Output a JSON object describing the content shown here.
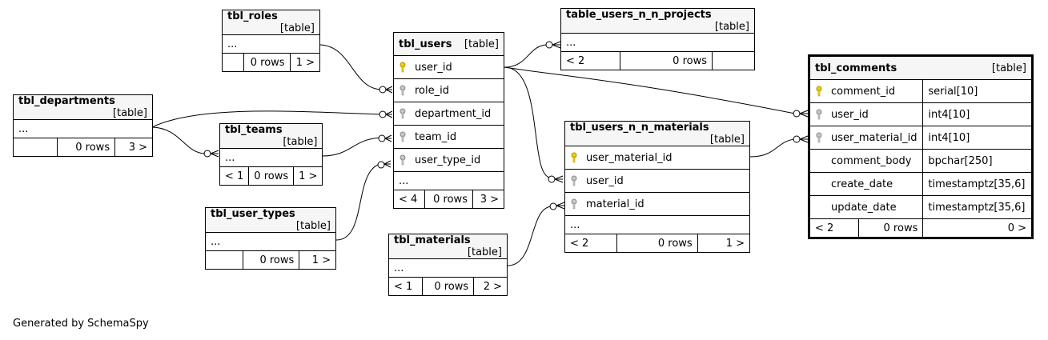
{
  "footer": "Generated by SchemaSpy",
  "colors": {
    "pk_key": "#f0d000",
    "fk_key": "#b0b0b0",
    "header_bg": "#f6f6f6"
  },
  "tables": {
    "tbl_roles": {
      "name": "tbl_roles",
      "type": "[table]",
      "more": "...",
      "rows": "0 rows",
      "children": "1 >"
    },
    "tbl_users": {
      "name": "tbl_users",
      "type": "[table]",
      "columns": [
        "user_id",
        "role_id",
        "department_id",
        "team_id",
        "user_type_id"
      ],
      "more": "...",
      "parents": "< 4",
      "rows": "0 rows",
      "children": "3 >"
    },
    "tbl_departments": {
      "name": "tbl_departments",
      "type": "[table]",
      "more": "...",
      "rows": "0 rows",
      "children": "3 >"
    },
    "tbl_teams": {
      "name": "tbl_teams",
      "type": "[table]",
      "more": "...",
      "parents": "< 1",
      "rows": "0 rows",
      "children": "1 >"
    },
    "tbl_user_types": {
      "name": "tbl_user_types",
      "type": "[table]",
      "more": "...",
      "rows": "0 rows",
      "children": "1 >"
    },
    "tbl_materials": {
      "name": "tbl_materials",
      "type": "[table]",
      "more": "...",
      "parents": "< 1",
      "rows": "0 rows",
      "children": "2 >"
    },
    "table_users_n_n_projects": {
      "name": "table_users_n_n_projects",
      "type": "[table]",
      "more": "...",
      "parents": "< 2",
      "rows": "0 rows"
    },
    "tbl_users_n_n_materials": {
      "name": "tbl_users_n_n_materials",
      "type": "[table]",
      "columns": [
        "user_material_id",
        "user_id",
        "material_id"
      ],
      "more": "...",
      "parents": "< 2",
      "rows": "0 rows",
      "children": "1 >"
    },
    "tbl_comments": {
      "name": "tbl_comments",
      "type": "[table]",
      "columns": [
        {
          "name": "comment_id",
          "type": "serial[10]"
        },
        {
          "name": "user_id",
          "type": "int4[10]"
        },
        {
          "name": "user_material_id",
          "type": "int4[10]"
        },
        {
          "name": "comment_body",
          "type": "bpchar[250]"
        },
        {
          "name": "create_date",
          "type": "timestamptz[35,6]"
        },
        {
          "name": "update_date",
          "type": "timestamptz[35,6]"
        }
      ],
      "parents": "< 2",
      "rows": "0 rows",
      "children": "0 >"
    }
  }
}
